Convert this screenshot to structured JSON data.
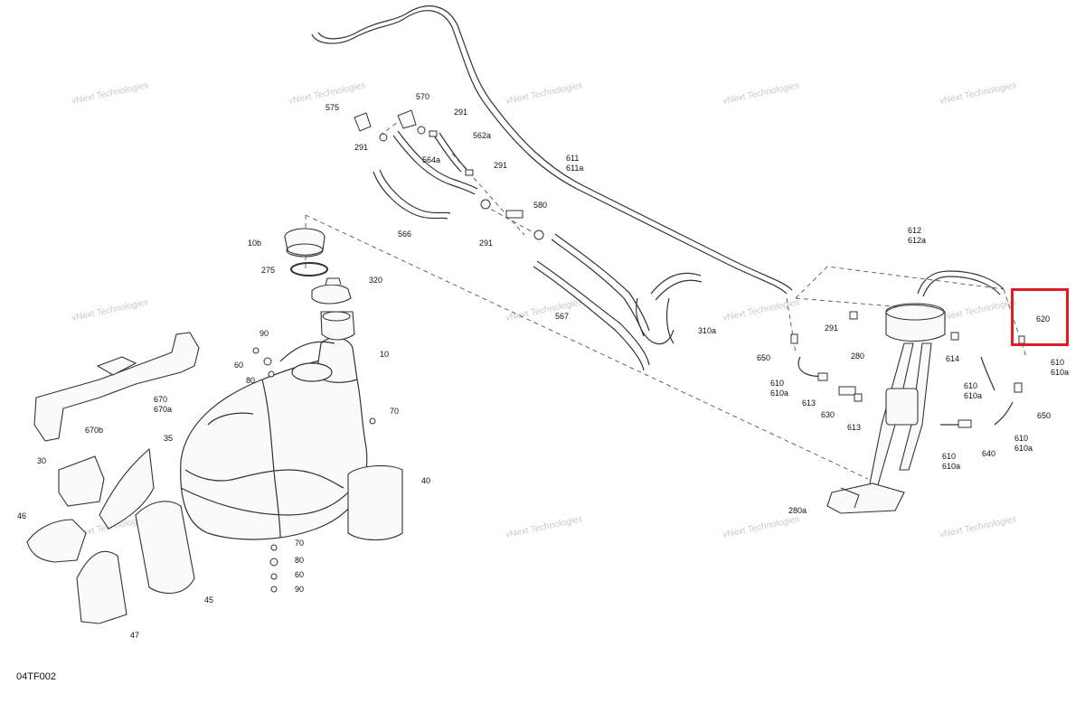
{
  "diagram": {
    "code": "04TF002",
    "highlighted_part": "620",
    "watermark_text": "vNext Technologies",
    "colors": {
      "highlight": "#e01b24",
      "line": "#333333",
      "watermark": "#c9c9c9"
    },
    "parts": [
      {
        "id": "p570",
        "label": "570"
      },
      {
        "id": "p575",
        "label": "575"
      },
      {
        "id": "p291a",
        "label": "291"
      },
      {
        "id": "p291b",
        "label": "291"
      },
      {
        "id": "p562a",
        "label": "562a"
      },
      {
        "id": "p564a",
        "label": "564a"
      },
      {
        "id": "p291c",
        "label": "291"
      },
      {
        "id": "p611",
        "label": "611"
      },
      {
        "id": "p611a",
        "label": "611a"
      },
      {
        "id": "p580",
        "label": "580"
      },
      {
        "id": "p291d",
        "label": "291"
      },
      {
        "id": "p566",
        "label": "566"
      },
      {
        "id": "p10b",
        "label": "10b"
      },
      {
        "id": "p275",
        "label": "275"
      },
      {
        "id": "p320",
        "label": "320"
      },
      {
        "id": "p612",
        "label": "612"
      },
      {
        "id": "p612a",
        "label": "612a"
      },
      {
        "id": "p567",
        "label": "567"
      },
      {
        "id": "p310a",
        "label": "310a"
      },
      {
        "id": "p90a",
        "label": "90"
      },
      {
        "id": "p60a",
        "label": "60"
      },
      {
        "id": "p80a",
        "label": "80"
      },
      {
        "id": "p10",
        "label": "10"
      },
      {
        "id": "p291e",
        "label": "291"
      },
      {
        "id": "p280",
        "label": "280"
      },
      {
        "id": "p614",
        "label": "614"
      },
      {
        "id": "p650a",
        "label": "650"
      },
      {
        "id": "p610a",
        "label": "610"
      },
      {
        "id": "p610aa",
        "label": "610a"
      },
      {
        "id": "p613a",
        "label": "613"
      },
      {
        "id": "p630",
        "label": "630"
      },
      {
        "id": "p613b",
        "label": "613"
      },
      {
        "id": "p610b",
        "label": "610"
      },
      {
        "id": "p610ba",
        "label": "610a"
      },
      {
        "id": "p610c",
        "label": "610"
      },
      {
        "id": "p610ca",
        "label": "610a"
      },
      {
        "id": "p650b",
        "label": "650"
      },
      {
        "id": "p640",
        "label": "640"
      },
      {
        "id": "p610d",
        "label": "610"
      },
      {
        "id": "p610da",
        "label": "610a"
      },
      {
        "id": "p610e",
        "label": "610"
      },
      {
        "id": "p610ea",
        "label": "610a"
      },
      {
        "id": "p280a",
        "label": "280a"
      },
      {
        "id": "p670",
        "label": "670"
      },
      {
        "id": "p670a",
        "label": "670a"
      },
      {
        "id": "p670b",
        "label": "670b"
      },
      {
        "id": "p70a",
        "label": "70"
      },
      {
        "id": "p35",
        "label": "35"
      },
      {
        "id": "p30",
        "label": "30"
      },
      {
        "id": "p40",
        "label": "40"
      },
      {
        "id": "p46",
        "label": "46"
      },
      {
        "id": "p70b",
        "label": "70"
      },
      {
        "id": "p80b",
        "label": "80"
      },
      {
        "id": "p60b",
        "label": "60"
      },
      {
        "id": "p90b",
        "label": "90"
      },
      {
        "id": "p45",
        "label": "45"
      },
      {
        "id": "p47",
        "label": "47"
      }
    ]
  }
}
